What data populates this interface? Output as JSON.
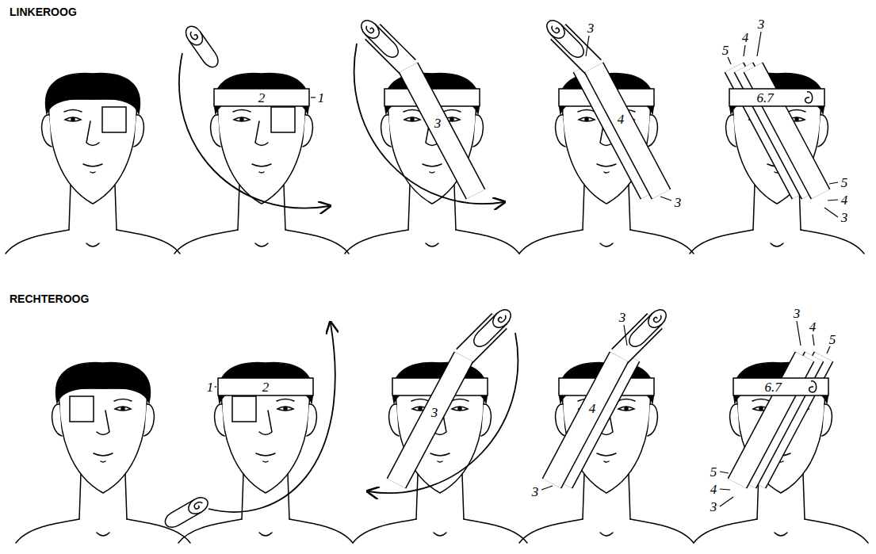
{
  "diagram": {
    "labels": [
      "LINKEROOG",
      "2",
      "1",
      "3",
      "3",
      "4",
      "3",
      "3",
      "4",
      "5",
      "6.7",
      "5",
      "4",
      "3",
      "RECHTEROOG",
      "2",
      "1",
      "3",
      "3",
      "4",
      "3",
      "3",
      "4",
      "5",
      "6.7",
      "5",
      "4",
      "3"
    ]
  }
}
